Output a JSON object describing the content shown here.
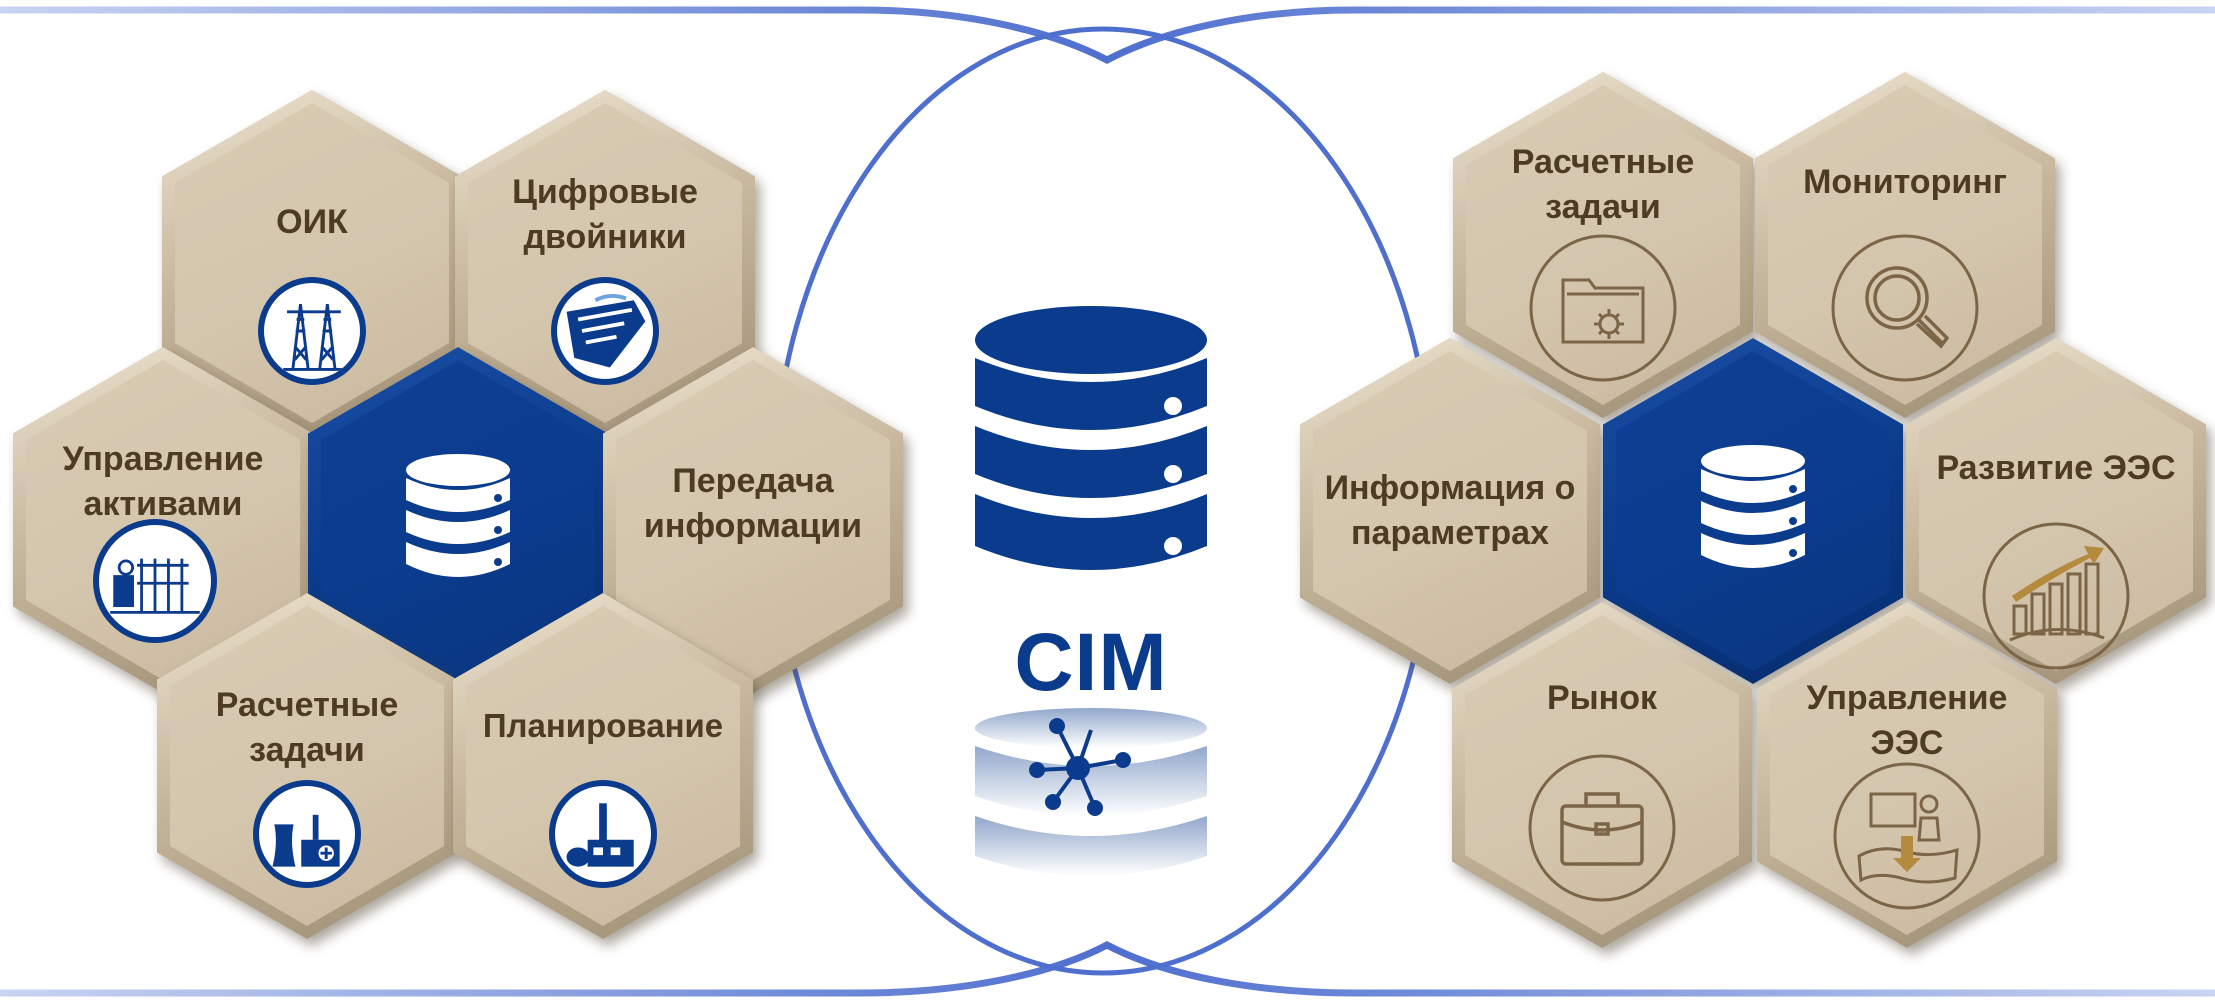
{
  "colors": {
    "hex_face": "#d4c5ad",
    "hex_edge": "#bfb09a",
    "hex_text": "#4e3b24",
    "hex_blue": "#0b3b8c",
    "ring_line": "#4f6fcf",
    "icon_brown": "#7c6447"
  },
  "center": {
    "title": "CIM",
    "icon": "database-icon"
  },
  "left_cluster": {
    "core_icon": "database-icon",
    "items": [
      {
        "label": "ОИК",
        "icon": "power-tower-icon"
      },
      {
        "label": "Цифровые двойники",
        "icon": "dam-icon"
      },
      {
        "label": "Управление активами",
        "icon": "substation-icon"
      },
      {
        "label": "Передача информации",
        "icon": ""
      },
      {
        "label": "Расчетные задачи",
        "icon": "nuclear-plant-icon"
      },
      {
        "label": "Планирование",
        "icon": "power-plant-icon"
      }
    ]
  },
  "right_cluster": {
    "core_icon": "database-icon",
    "items": [
      {
        "label": "Расчетные задачи",
        "icon": "folder-gear-icon"
      },
      {
        "label": "Мониторинг",
        "icon": "magnifier-icon"
      },
      {
        "label": "Информация о параметрах",
        "icon": ""
      },
      {
        "label": "Развитие ЭЭС",
        "icon": "growth-chart-icon"
      },
      {
        "label": "Рынок",
        "icon": "briefcase-icon"
      },
      {
        "label": "Управление ЭЭС",
        "icon": "control-center-icon"
      }
    ]
  }
}
